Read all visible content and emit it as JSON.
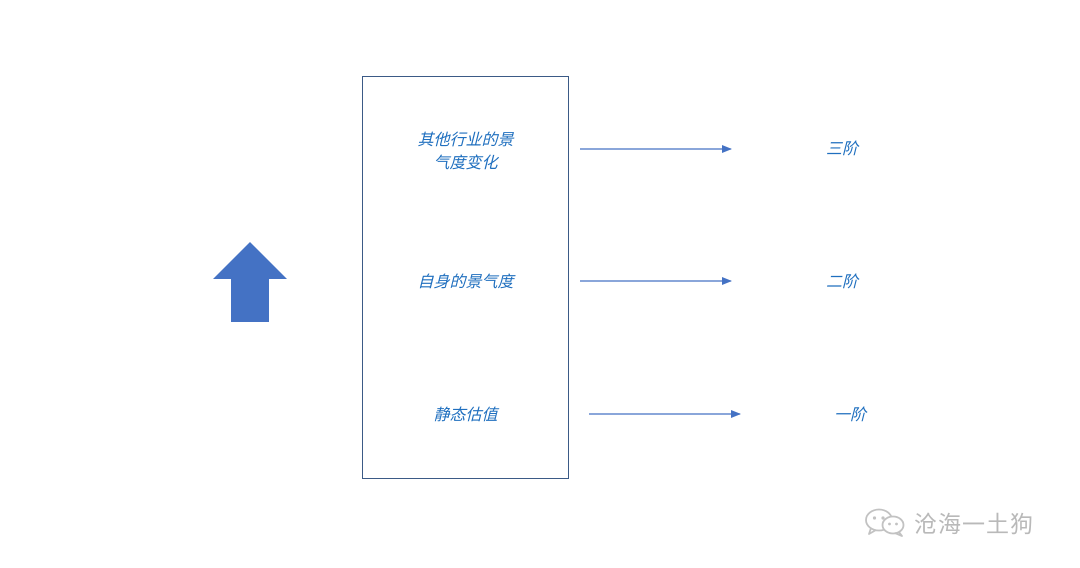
{
  "diagram": {
    "box_items": [
      {
        "label": "其他行业的景气度变化"
      },
      {
        "label": "自身的景气度"
      },
      {
        "label": "静态估值"
      }
    ],
    "orders": [
      {
        "label": "三阶"
      },
      {
        "label": "二阶"
      },
      {
        "label": "一阶"
      }
    ],
    "colors": {
      "arrow_fill": "#4472c4",
      "text": "#1f6fbf",
      "box_border": "#3b5a86",
      "connector": "#4472c4",
      "watermark": "#b9b9b9"
    },
    "icons": {
      "up_arrow": "up-arrow-icon",
      "watermark_logo": "wechat-icon"
    }
  },
  "watermark": {
    "text": "沧海一土狗"
  }
}
